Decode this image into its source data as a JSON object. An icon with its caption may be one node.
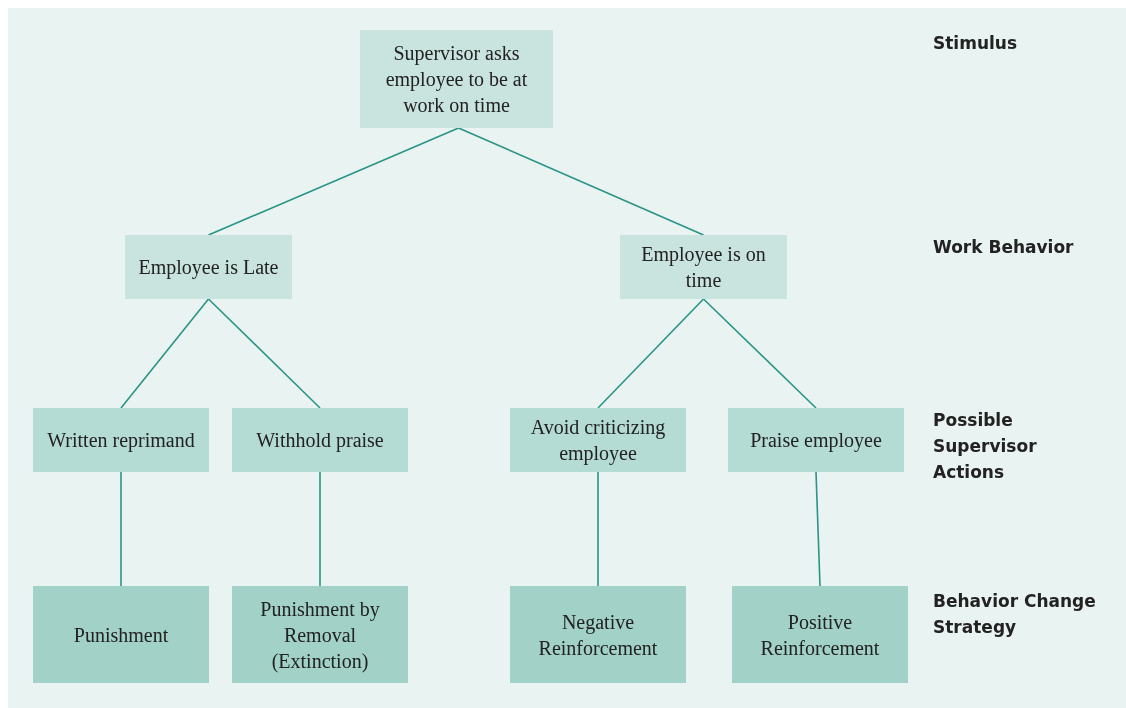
{
  "diagram": {
    "nodes": [
      {
        "text": [
          "Supervisor asks employee to be at work on time"
        ]
      },
      {
        "text": [
          "Employee is Late"
        ]
      },
      {
        "text": [
          "Employee is on time"
        ]
      },
      {
        "text": [
          "Written reprimand"
        ]
      },
      {
        "text": [
          "Withhold praise"
        ]
      },
      {
        "text": [
          "Avoid criticizing employee"
        ]
      },
      {
        "text": [
          "Praise employee"
        ]
      },
      {
        "text": [
          "Punishment"
        ]
      },
      {
        "text": [
          "Punishment by Removal (Extinction)"
        ]
      },
      {
        "text": [
          "Negative Reinforcement"
        ]
      },
      {
        "text": [
          "Positive Reinforcement"
        ]
      }
    ],
    "edges": [
      {
        "from": 0,
        "to": 1,
        "arrow": "none"
      },
      {
        "from": 0,
        "to": 2,
        "arrow": "none"
      },
      {
        "from": 1,
        "to": 3,
        "arrow": "none"
      },
      {
        "from": 1,
        "to": 4,
        "arrow": "none"
      },
      {
        "from": 2,
        "to": 5,
        "arrow": "none"
      },
      {
        "from": 2,
        "to": 6,
        "arrow": "none"
      },
      {
        "from": 3,
        "to": 7,
        "arrow": "none"
      },
      {
        "from": 4,
        "to": 8,
        "arrow": "none"
      },
      {
        "from": 5,
        "to": 9,
        "arrow": "none"
      },
      {
        "from": 6,
        "to": 10,
        "arrow": "none"
      }
    ],
    "labels": [
      "Stimulus",
      "Work Behavior",
      "Possible Supervisor Actions",
      "Behavior Change Strategy"
    ]
  }
}
